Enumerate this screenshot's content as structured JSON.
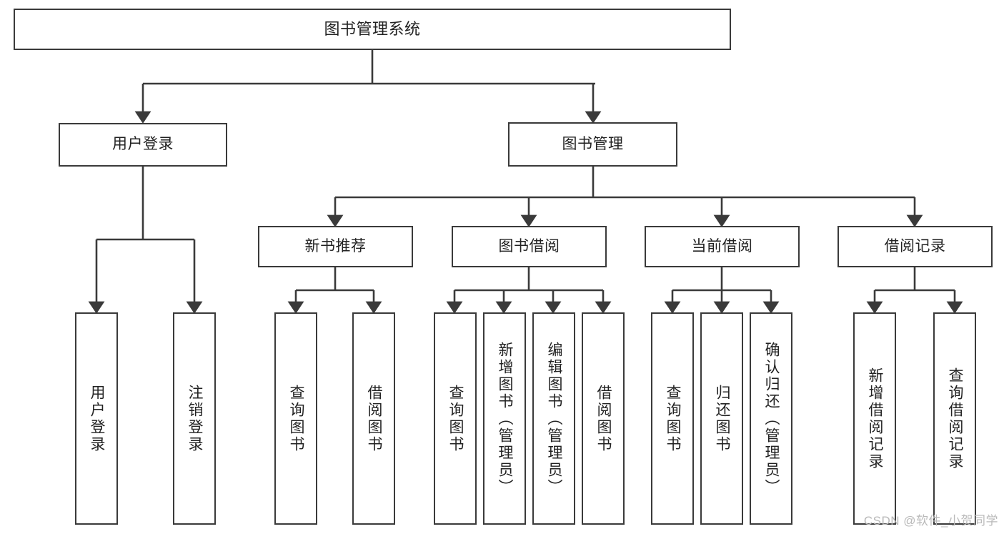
{
  "diagram": {
    "type": "tree-hierarchy-chart",
    "title_label": "图书管理系统",
    "watermark": "CSDN @软件_小贺同学",
    "stroke_color": "#3a3a3a",
    "text_color": "#222222",
    "background": "#ffffff",
    "levels": {
      "level1": [
        "图书管理系统"
      ],
      "level2": [
        "用户登录",
        "图书管理"
      ],
      "level3": [
        "新书推荐",
        "图书借阅",
        "当前借阅",
        "借阅记录"
      ],
      "level4": [
        "用户登录",
        "注销登录",
        "查询图书",
        "借阅图书",
        "查询图书",
        "新增图书（管理员）",
        "编辑图书（管理员）",
        "借阅图书",
        "查询图书",
        "归还图书",
        "确认归还（管理员）",
        "新增借阅记录",
        "查询借阅记录"
      ]
    },
    "nodes": {
      "root": {
        "label": "图书管理系统"
      },
      "user_login": {
        "label": "用户登录"
      },
      "book_manage": {
        "label": "图书管理"
      },
      "new_book_rec": {
        "label": "新书推荐"
      },
      "book_borrow": {
        "label": "图书借阅"
      },
      "current_borrow": {
        "label": "当前借阅"
      },
      "borrow_record": {
        "label": "借阅记录"
      },
      "leaf_user_login": {
        "label": "用户登录"
      },
      "leaf_logout": {
        "label": "注销登录"
      },
      "leaf_query_book_1": {
        "label": "查询图书"
      },
      "leaf_borrow_book_1": {
        "label": "借阅图书"
      },
      "leaf_query_book_2": {
        "label": "查询图书"
      },
      "leaf_add_book": {
        "label": "新增图书（管理员）"
      },
      "leaf_edit_book": {
        "label": "编辑图书（管理员）"
      },
      "leaf_borrow_book_2": {
        "label": "借阅图书"
      },
      "leaf_query_book_3": {
        "label": "查询图书"
      },
      "leaf_return_book": {
        "label": "归还图书"
      },
      "leaf_confirm_return": {
        "label": "确认归还（管理员）"
      },
      "leaf_add_record": {
        "label": "新增借阅记录"
      },
      "leaf_query_record": {
        "label": "查询借阅记录"
      }
    },
    "edges": [
      {
        "from": "root",
        "to": "user_login"
      },
      {
        "from": "root",
        "to": "book_manage"
      },
      {
        "from": "user_login",
        "to": "leaf_user_login"
      },
      {
        "from": "user_login",
        "to": "leaf_logout"
      },
      {
        "from": "book_manage",
        "to": "new_book_rec"
      },
      {
        "from": "book_manage",
        "to": "book_borrow"
      },
      {
        "from": "book_manage",
        "to": "current_borrow"
      },
      {
        "from": "book_manage",
        "to": "borrow_record"
      },
      {
        "from": "new_book_rec",
        "to": "leaf_query_book_1"
      },
      {
        "from": "new_book_rec",
        "to": "leaf_borrow_book_1"
      },
      {
        "from": "book_borrow",
        "to": "leaf_query_book_2"
      },
      {
        "from": "book_borrow",
        "to": "leaf_add_book"
      },
      {
        "from": "book_borrow",
        "to": "leaf_edit_book"
      },
      {
        "from": "book_borrow",
        "to": "leaf_borrow_book_2"
      },
      {
        "from": "current_borrow",
        "to": "leaf_query_book_3"
      },
      {
        "from": "current_borrow",
        "to": "leaf_return_book"
      },
      {
        "from": "current_borrow",
        "to": "leaf_confirm_return"
      },
      {
        "from": "borrow_record",
        "to": "leaf_add_record"
      },
      {
        "from": "borrow_record",
        "to": "leaf_query_record"
      }
    ]
  }
}
